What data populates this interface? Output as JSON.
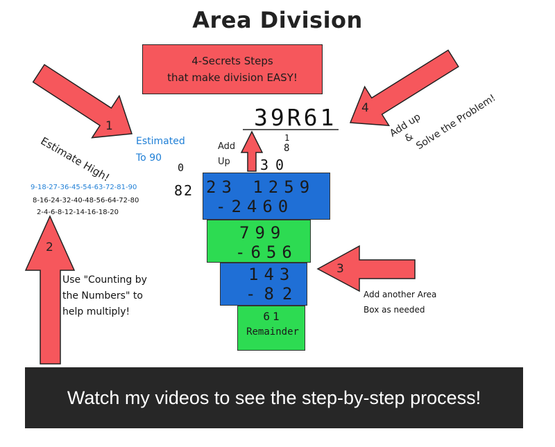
{
  "title": "Area Division",
  "banner": {
    "line1": "4-Secrets Steps",
    "line2": "that make division EASY!"
  },
  "steps": [
    {
      "number": "1",
      "label": "Estimate High!"
    },
    {
      "number": "2",
      "label_lines": [
        "Use \"Counting by",
        "the Numbers\" to",
        "help multiply!"
      ]
    },
    {
      "number": "3",
      "label_lines": [
        "Add another Area",
        "Box as needed"
      ]
    },
    {
      "number": "4",
      "label_lines": [
        "Add up",
        "&",
        "Solve the Problem!"
      ]
    }
  ],
  "estimate": {
    "line1": "Estimated",
    "line2": "To 90"
  },
  "counting": {
    "nines": "9-18-27-36-45-54-63-72-81-90",
    "eights": "8-16-24-32-40-48-56-64-72-80",
    "twos": "2-4-6-8-12-14-16-18-20"
  },
  "add_up": {
    "line1": "Add",
    "line2": "Up"
  },
  "answer": "39R61",
  "partials": {
    "top": "1",
    "middle": "8",
    "bottom": "30"
  },
  "zero_mark": "0",
  "divisor": "82",
  "boxes": [
    {
      "line1": "23 1259",
      "line2": "-2460",
      "color": "#1f6fd6"
    },
    {
      "line1": "799",
      "line2": "-656",
      "color": "#2ddb52"
    },
    {
      "line1": "143",
      "line2": "-82",
      "color": "#1f6fd6"
    },
    {
      "line1": "61",
      "line2": "Remainder",
      "color": "#2ddb52"
    }
  ],
  "footer_text": "Watch my videos to see the step-by-step process!",
  "colors": {
    "arrow": "#f6575c",
    "blue_text": "#1f7fd6"
  }
}
